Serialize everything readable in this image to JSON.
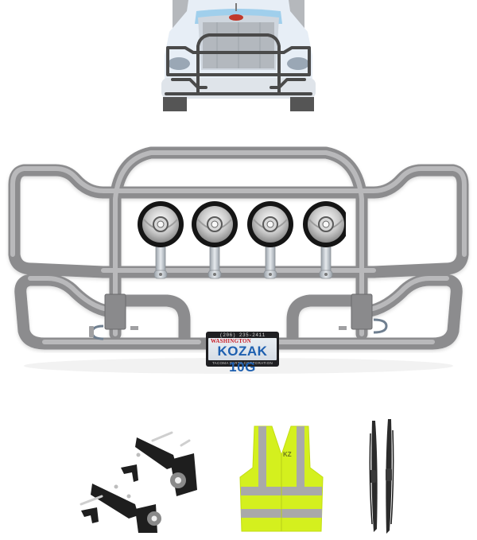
{
  "scene": {
    "description": "Truck grille guard product kit",
    "background_color": "#ffffff"
  },
  "truck_preview": {
    "label": "truck-front-with-guard",
    "body_color": "#e7eef6",
    "accent_color": "#8ec7ea",
    "emblem_color": "#c0392b"
  },
  "grille_guard": {
    "tube_color": "#9a9a9c",
    "tube_highlight": "#c4c4c6",
    "lights": [
      {
        "id": "light-1"
      },
      {
        "id": "light-2"
      },
      {
        "id": "light-3"
      },
      {
        "id": "light-4"
      }
    ]
  },
  "license_plate": {
    "top_line": "(206) 235-2411",
    "state": "WASHINGTON",
    "number": "KOZAK 10G",
    "bottom_line": "TACOMA PARTS CORPORATION",
    "number_color": "#1d5fb0",
    "state_color": "#c8202a"
  },
  "accessories": [
    {
      "name": "Mounting brackets & hardware"
    },
    {
      "name": "Hi-vis safety vest",
      "vest_color": "#d4f01e",
      "stripe_color": "#a9a9a9",
      "logo": "KZ"
    },
    {
      "name": "Wiper blades (pair)"
    }
  ]
}
